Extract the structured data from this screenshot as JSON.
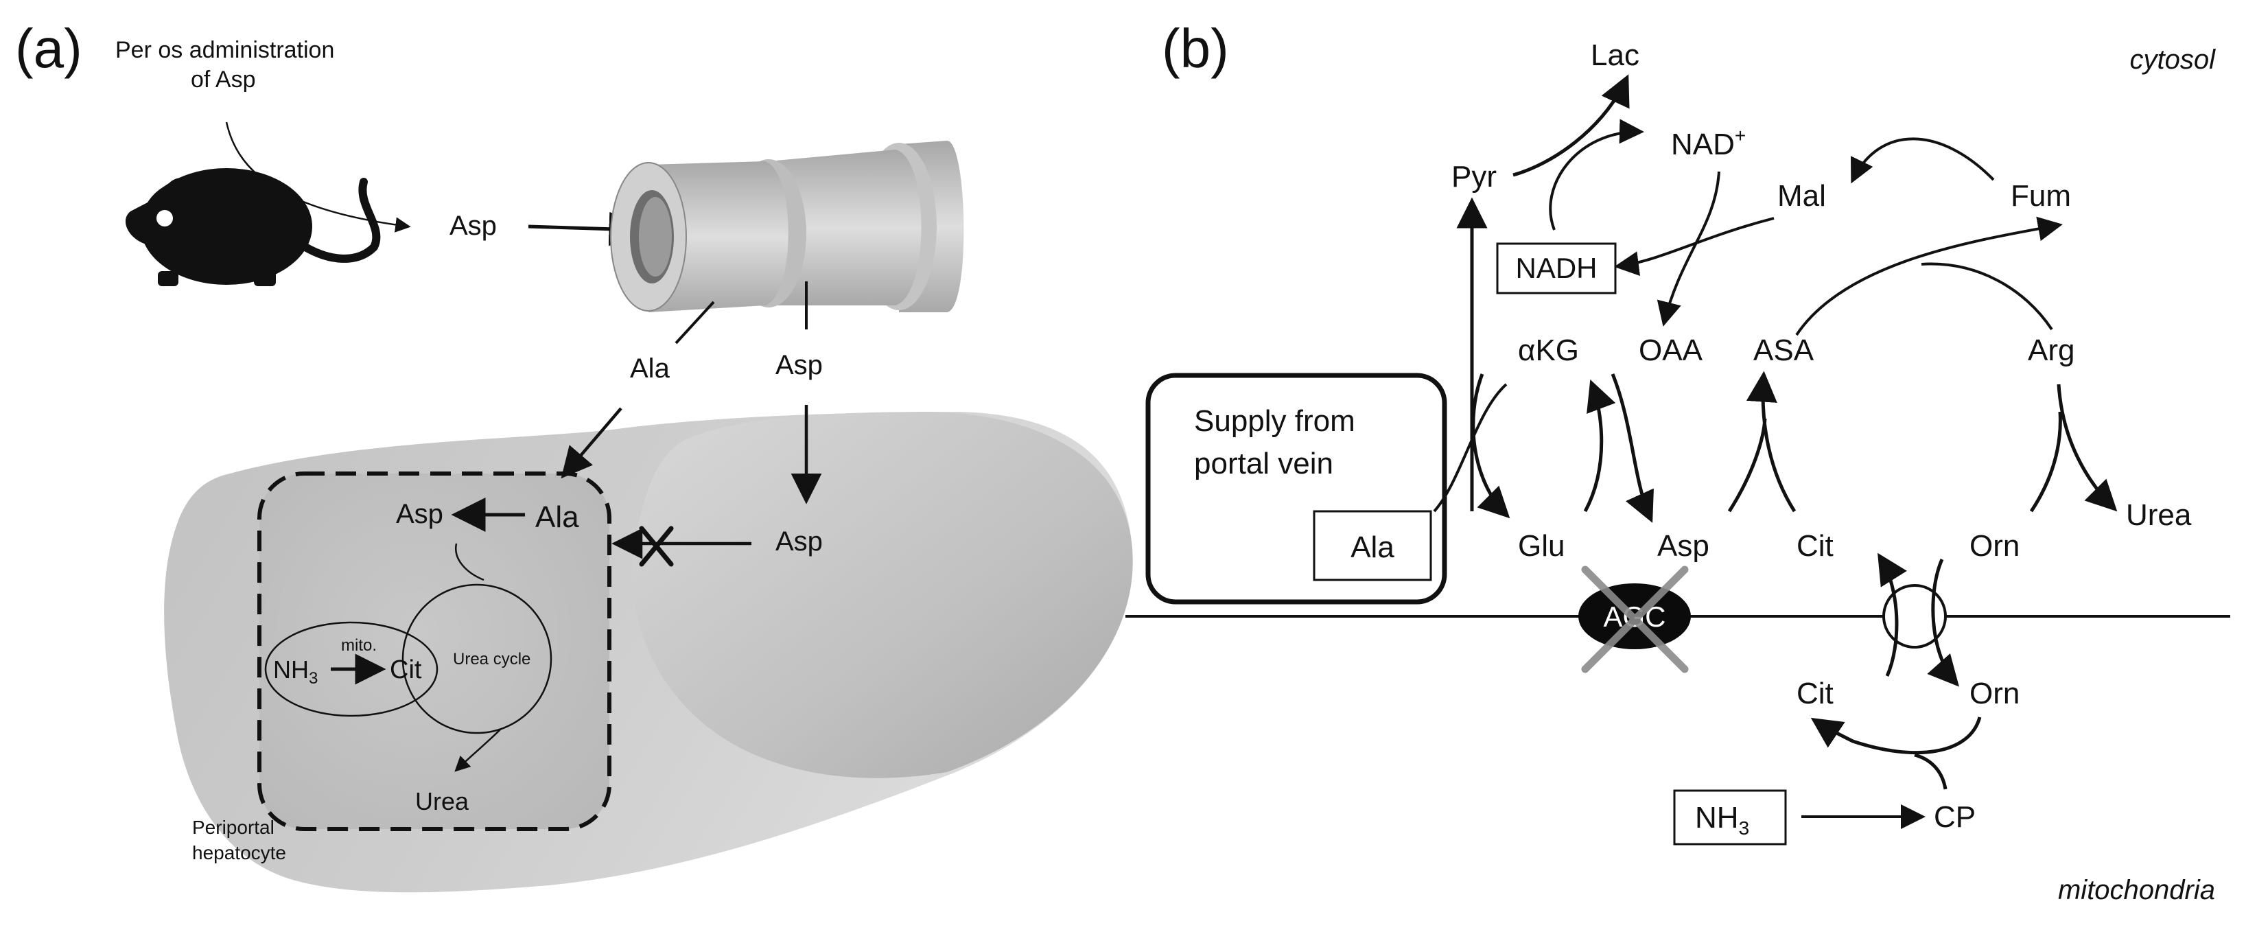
{
  "panel_a": {
    "label": "(a)",
    "admin_line1": "Per os administration",
    "admin_line2": "of Asp",
    "asp_admin": "Asp",
    "ala_intestine": "Ala",
    "asp_intestine": "Asp",
    "asp_liver": "Asp",
    "asp_cell": "Asp",
    "ala_cell": "Ala",
    "mito": "mito.",
    "nh3": "NH",
    "nh3_sub": "3",
    "cit": "Cit",
    "urea_cycle": "Urea cycle",
    "urea": "Urea",
    "periportal_line1": "Periportal",
    "periportal_line2": "hepatocyte"
  },
  "panel_b": {
    "label": "(b)",
    "cytosol": "cytosol",
    "mitochondria": "mitochondria",
    "lac": "Lac",
    "nad": "NAD",
    "nad_sup": "+",
    "pyr": "Pyr",
    "mal": "Mal",
    "fum": "Fum",
    "nadh": "NADH",
    "akg_alpha": "α",
    "akg": "KG",
    "oaa": "OAA",
    "asa": "ASA",
    "arg": "Arg",
    "supply_line1": "Supply from",
    "supply_line2": "portal vein",
    "ala": "Ala",
    "glu": "Glu",
    "asp": "Asp",
    "cit_cyto": "Cit",
    "orn_cyto": "Orn",
    "urea": "Urea",
    "agc": "AGC",
    "cit_mito": "Cit",
    "orn_mito": "Orn",
    "nh3": "NH",
    "nh3_sub": "3",
    "cp": "CP"
  }
}
